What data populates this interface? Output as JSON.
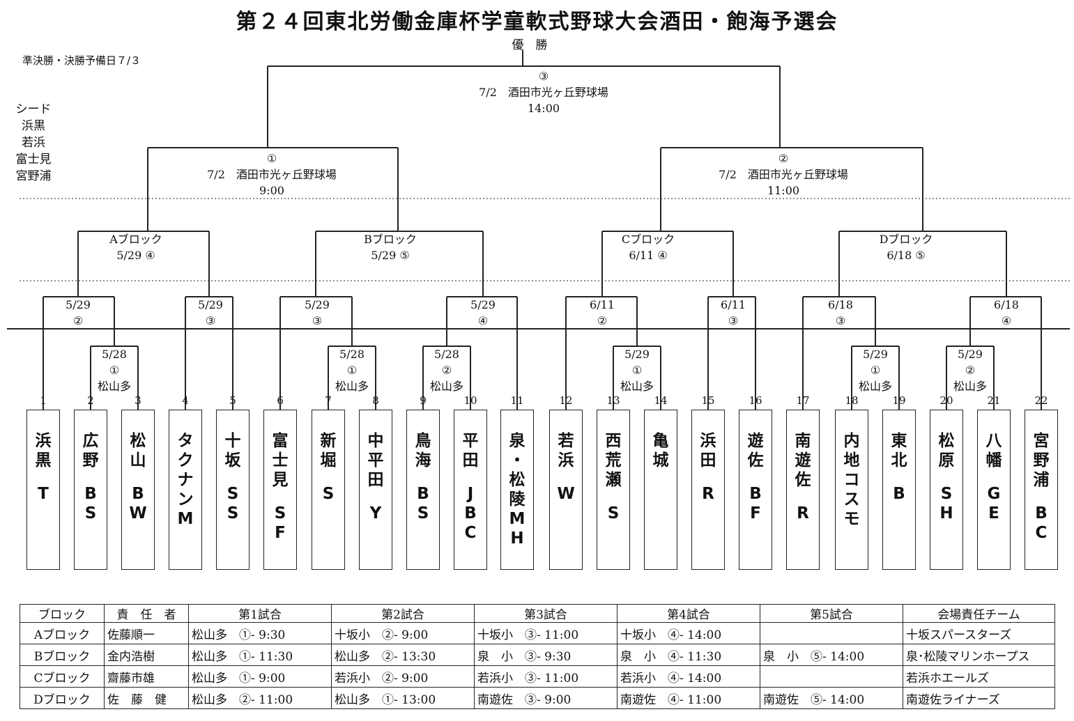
{
  "title": "第２４回東北労働金庫杯学童軟式野球大会酒田・飽海予選会",
  "reserve_day": "準決勝・決勝予備日７/３",
  "champion": "優　勝",
  "seeds": {
    "label": "シード",
    "teams": [
      "浜黒",
      "若浜",
      "富士見",
      "宮野浦"
    ]
  },
  "final": {
    "num": "③",
    "date": "7/2　酒田市光ヶ丘野球場",
    "time": "14:00"
  },
  "semis": [
    {
      "num": "①",
      "date": "7/2　酒田市光ヶ丘野球場",
      "time": "9:00"
    },
    {
      "num": "②",
      "date": "7/2　酒田市光ヶ丘野球場",
      "time": "11:00"
    }
  ],
  "blocks": [
    {
      "name": "Aブロック",
      "match": "5/29 ④"
    },
    {
      "name": "Bブロック",
      "match": "5/29 ⑤"
    },
    {
      "name": "Cブロック",
      "match": "6/11 ④"
    },
    {
      "name": "Dブロック",
      "match": "6/18 ⑤"
    }
  ],
  "round2": [
    {
      "date": "5/29",
      "num": "②"
    },
    {
      "date": "5/29",
      "num": "③"
    },
    {
      "date": "5/29",
      "num": "③"
    },
    {
      "date": "5/29",
      "num": "④"
    },
    {
      "date": "6/11",
      "num": "②"
    },
    {
      "date": "6/11",
      "num": "③"
    },
    {
      "date": "6/18",
      "num": "③"
    },
    {
      "date": "6/18",
      "num": "④"
    }
  ],
  "round1": [
    {
      "date": "5/28",
      "num": "①",
      "venue": "松山多"
    },
    {
      "date": "5/28",
      "num": "①",
      "venue": "松山多"
    },
    {
      "date": "5/28",
      "num": "②",
      "venue": "松山多"
    },
    {
      "date": "5/29",
      "num": "①",
      "venue": "松山多"
    },
    {
      "date": "5/29",
      "num": "①",
      "venue": "松山多"
    },
    {
      "date": "5/29",
      "num": "②",
      "venue": "松山多"
    }
  ],
  "teams": [
    {
      "num": "1",
      "name": [
        "浜",
        "黒"
      ],
      "abbr": [
        "T"
      ]
    },
    {
      "num": "2",
      "name": [
        "広",
        "野"
      ],
      "abbr": [
        "B",
        "S"
      ]
    },
    {
      "num": "3",
      "name": [
        "松",
        "山"
      ],
      "abbr": [
        "B",
        "W"
      ]
    },
    {
      "num": "4",
      "name": [
        "タ",
        "ク",
        "ナ",
        "ン",
        "M"
      ],
      "abbr": []
    },
    {
      "num": "5",
      "name": [
        "十",
        "坂"
      ],
      "abbr": [
        "S",
        "S"
      ]
    },
    {
      "num": "6",
      "name": [
        "富",
        "士",
        "見"
      ],
      "abbr": [
        "S",
        "F"
      ]
    },
    {
      "num": "7",
      "name": [
        "新",
        "堀"
      ],
      "abbr": [
        "S"
      ]
    },
    {
      "num": "8",
      "name": [
        "中",
        "平",
        "田"
      ],
      "abbr": [
        "Y"
      ]
    },
    {
      "num": "9",
      "name": [
        "鳥",
        "海"
      ],
      "abbr": [
        "B",
        "S"
      ]
    },
    {
      "num": "10",
      "name": [
        "平",
        "田"
      ],
      "abbr": [
        "J",
        "B",
        "C"
      ]
    },
    {
      "num": "11",
      "name": [
        "泉",
        "・",
        "松",
        "陵",
        "M",
        "H"
      ],
      "abbr": []
    },
    {
      "num": "12",
      "name": [
        "若",
        "浜"
      ],
      "abbr": [
        "W"
      ]
    },
    {
      "num": "13",
      "name": [
        "西",
        "荒",
        "瀬"
      ],
      "abbr": [
        "S"
      ]
    },
    {
      "num": "14",
      "name": [
        "亀",
        "城"
      ],
      "abbr": []
    },
    {
      "num": "15",
      "name": [
        "浜",
        "田"
      ],
      "abbr": [
        "R"
      ]
    },
    {
      "num": "16",
      "name": [
        "遊",
        "佐"
      ],
      "abbr": [
        "B",
        "F"
      ]
    },
    {
      "num": "17",
      "name": [
        "南",
        "遊",
        "佐"
      ],
      "abbr": [
        "R"
      ]
    },
    {
      "num": "18",
      "name": [
        "内",
        "地",
        "コ",
        "ス",
        "モ"
      ],
      "abbr": []
    },
    {
      "num": "19",
      "name": [
        "東",
        "北"
      ],
      "abbr": [
        "B"
      ]
    },
    {
      "num": "20",
      "name": [
        "松",
        "原"
      ],
      "abbr": [
        "S",
        "H"
      ]
    },
    {
      "num": "21",
      "name": [
        "八",
        "幡"
      ],
      "abbr": [
        "G",
        "E"
      ]
    },
    {
      "num": "22",
      "name": [
        "宮",
        "野",
        "浦"
      ],
      "abbr": [
        "B",
        "C"
      ]
    }
  ],
  "schedule": {
    "headers": [
      "ブロック",
      "責　任　者",
      "第1試合",
      "第2試合",
      "第3試合",
      "第4試合",
      "第5試合",
      "会場責任チーム"
    ],
    "rows": [
      [
        "Aブロック",
        "佐藤順一",
        "松山多　①- 9:30",
        "十坂小　②- 9:00",
        "十坂小　③- 11:00",
        "十坂小　④- 14:00",
        "",
        "十坂スパースターズ"
      ],
      [
        "Bブロック",
        "金内浩樹",
        "松山多　①- 11:30",
        "松山多　②- 13:30",
        "泉　小　③- 9:30",
        "泉　小　④- 11:30",
        "泉　小　⑤- 14:00",
        "泉･松陵マリンホープス"
      ],
      [
        "Cブロック",
        "齋藤市雄",
        "松山多　①- 9:00",
        "若浜小　②- 9:00",
        "若浜小　③- 11:00",
        "若浜小　④- 14:00",
        "",
        "若浜ホエールズ"
      ],
      [
        "Dブロック",
        "佐　藤　健",
        "松山多　②- 11:00",
        "松山多　①- 13:00",
        "南遊佐　③- 9:00",
        "南遊佐　④- 11:00",
        "南遊佐　⑤- 14:00",
        "南遊佐ライナーズ"
      ]
    ]
  }
}
